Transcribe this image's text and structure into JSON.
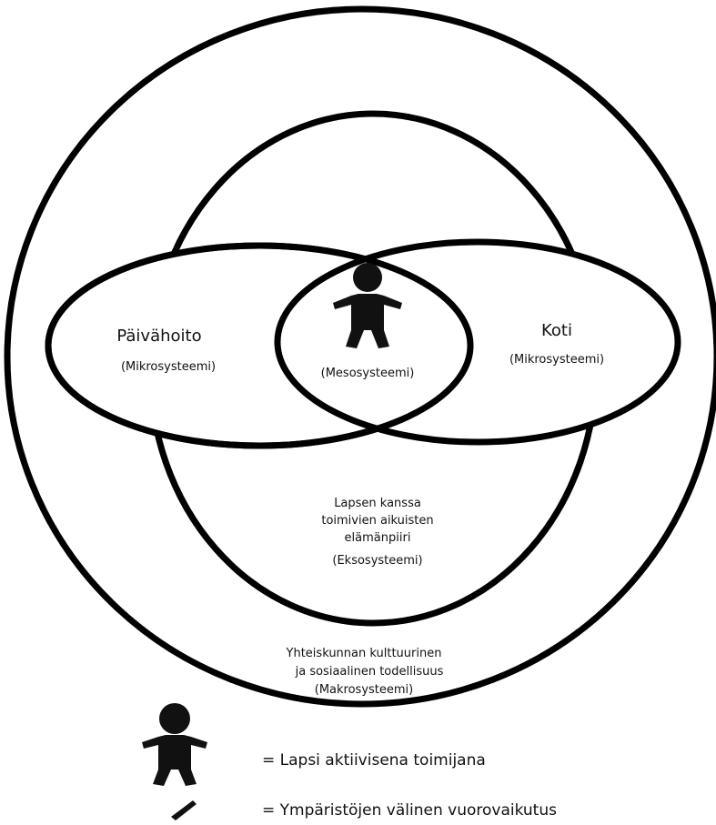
{
  "diagram": {
    "micro_left": {
      "title": "Päivähoito",
      "subtitle": "(Mikrosysteemi)"
    },
    "micro_right": {
      "title": "Koti",
      "subtitle": "(Mikrosysteemi)"
    },
    "meso": {
      "label": "(Mesosysteemi)"
    },
    "exo": {
      "lines": [
        "Lapsen kanssa",
        "toimivien aikuisten",
        "elämänpiiri",
        "(Eksosysteemi)"
      ]
    },
    "macro": {
      "lines": [
        "Yhteiskunnan kulttuurinen",
        "ja sosiaalinen todellisuus",
        "(Makrosysteemi)"
      ]
    }
  },
  "legend": {
    "child_label": "= Lapsi aktiivisena toimijana",
    "interaction_label": "= Ympäristöjen välinen vuorovaikutus"
  }
}
